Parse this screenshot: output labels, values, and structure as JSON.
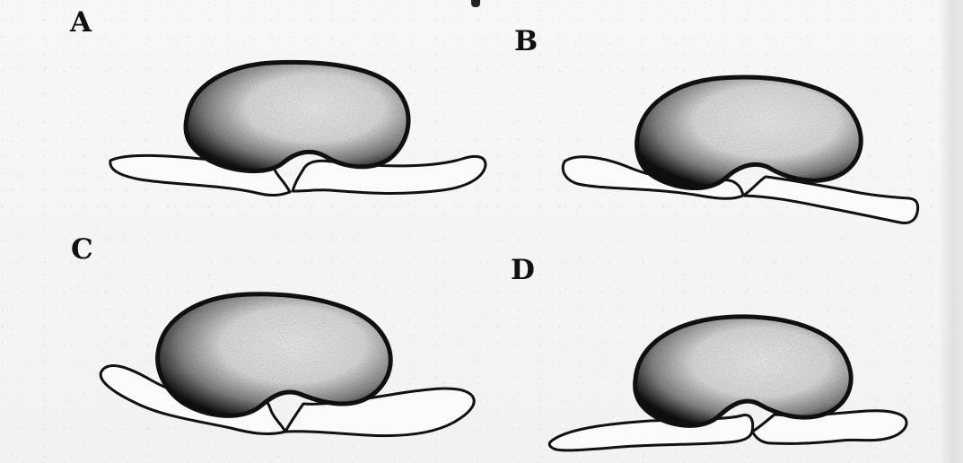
{
  "panels": [
    {
      "label": "A"
    },
    {
      "label": "B"
    },
    {
      "label": "C"
    },
    {
      "label": "D"
    }
  ],
  "colors": {
    "ink": "#111111",
    "paper": "#f4f4f4",
    "stipple": "#262626"
  }
}
